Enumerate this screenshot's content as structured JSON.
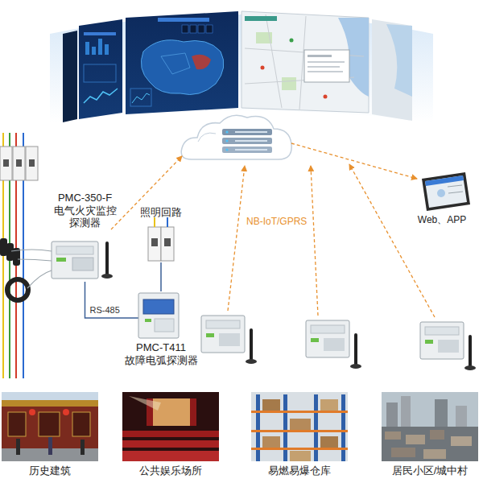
{
  "diagram": {
    "nodes": [
      {
        "text": [
          "PMC-350-F 电气火灾监控 探测器"
        ]
      },
      {
        "text": [
          "照明回路"
        ]
      },
      {
        "text": [
          "Web、APP"
        ]
      },
      {
        "text": [
          "PMC-T411 故障电弧探测器"
        ]
      },
      {
        "text": [
          "历史建筑"
        ]
      },
      {
        "text": [
          "公共娱乐场所"
        ]
      },
      {
        "text": [
          "易燃易爆仓库"
        ]
      },
      {
        "text": [
          "居民小区/城中村"
        ]
      }
    ],
    "edges": [
      {
        "from": 0,
        "to": 3,
        "label": "RS-485",
        "arrow": "none"
      },
      {
        "from": 1,
        "to": 3,
        "arrow": "none"
      }
    ],
    "labels": [
      "NB-IoT/GPRS"
    ]
  }
}
